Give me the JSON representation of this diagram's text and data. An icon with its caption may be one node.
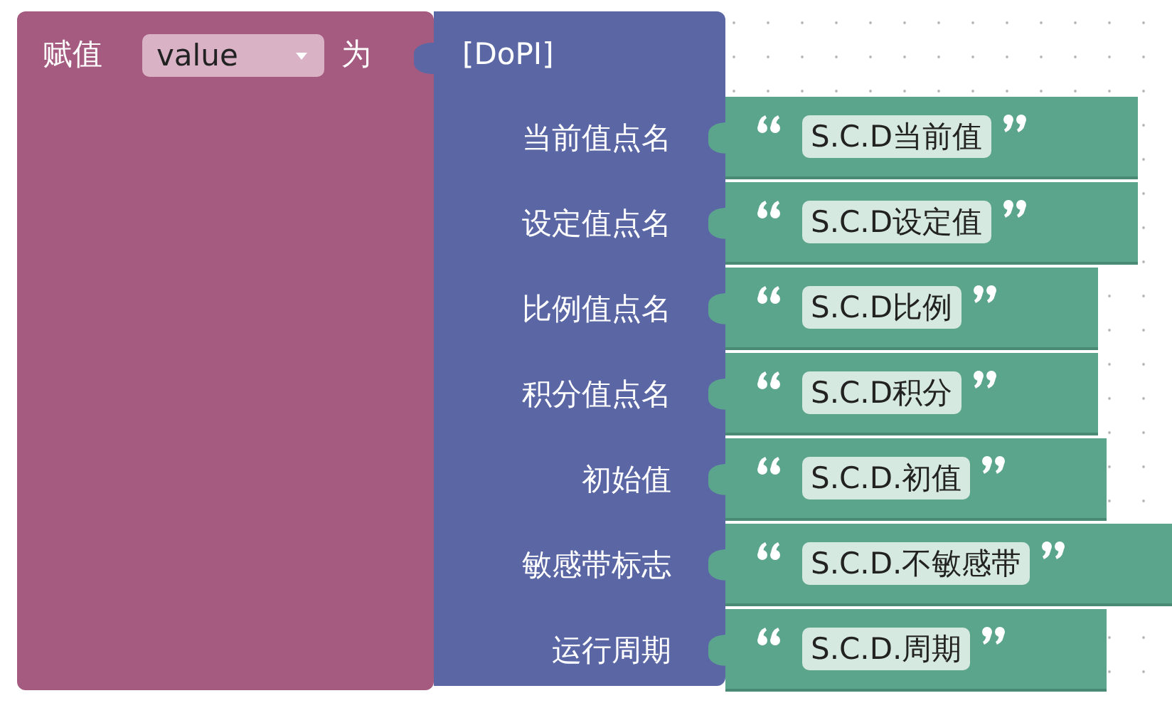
{
  "diagram": {
    "nodes": [
      {
        "text": [
          "赋值",
          "为"
        ]
      },
      {
        "text": [
          "value"
        ],
        "in": 0
      },
      {
        "text": [
          "[DoPI]",
          "当前值点名",
          "设定值点名",
          "比例值点名",
          "积分值点名",
          "初始值",
          "敏感带标志",
          "运行周期"
        ]
      },
      {
        "text": [],
        "shape": "box"
      },
      {
        "text": [
          "S.C.D当前值"
        ],
        "in": 3
      },
      {
        "text": [],
        "shape": "box"
      },
      {
        "text": [
          "S.C.D设定值"
        ],
        "in": 5
      },
      {
        "text": [],
        "shape": "box"
      },
      {
        "text": [
          "S.C.D比例"
        ],
        "in": 7
      },
      {
        "text": [],
        "shape": "box"
      },
      {
        "text": [
          "S.C.D积分"
        ],
        "in": 9
      },
      {
        "text": [],
        "shape": "box"
      },
      {
        "text": [
          "S.C.D.初值"
        ],
        "in": 11
      },
      {
        "text": [],
        "shape": "box"
      },
      {
        "text": [
          "S.C.D.不敏感带"
        ],
        "in": 13
      },
      {
        "text": [],
        "shape": "box"
      },
      {
        "text": [
          "S.C.D.周期"
        ],
        "in": 15
      }
    ],
    "edges": []
  }
}
